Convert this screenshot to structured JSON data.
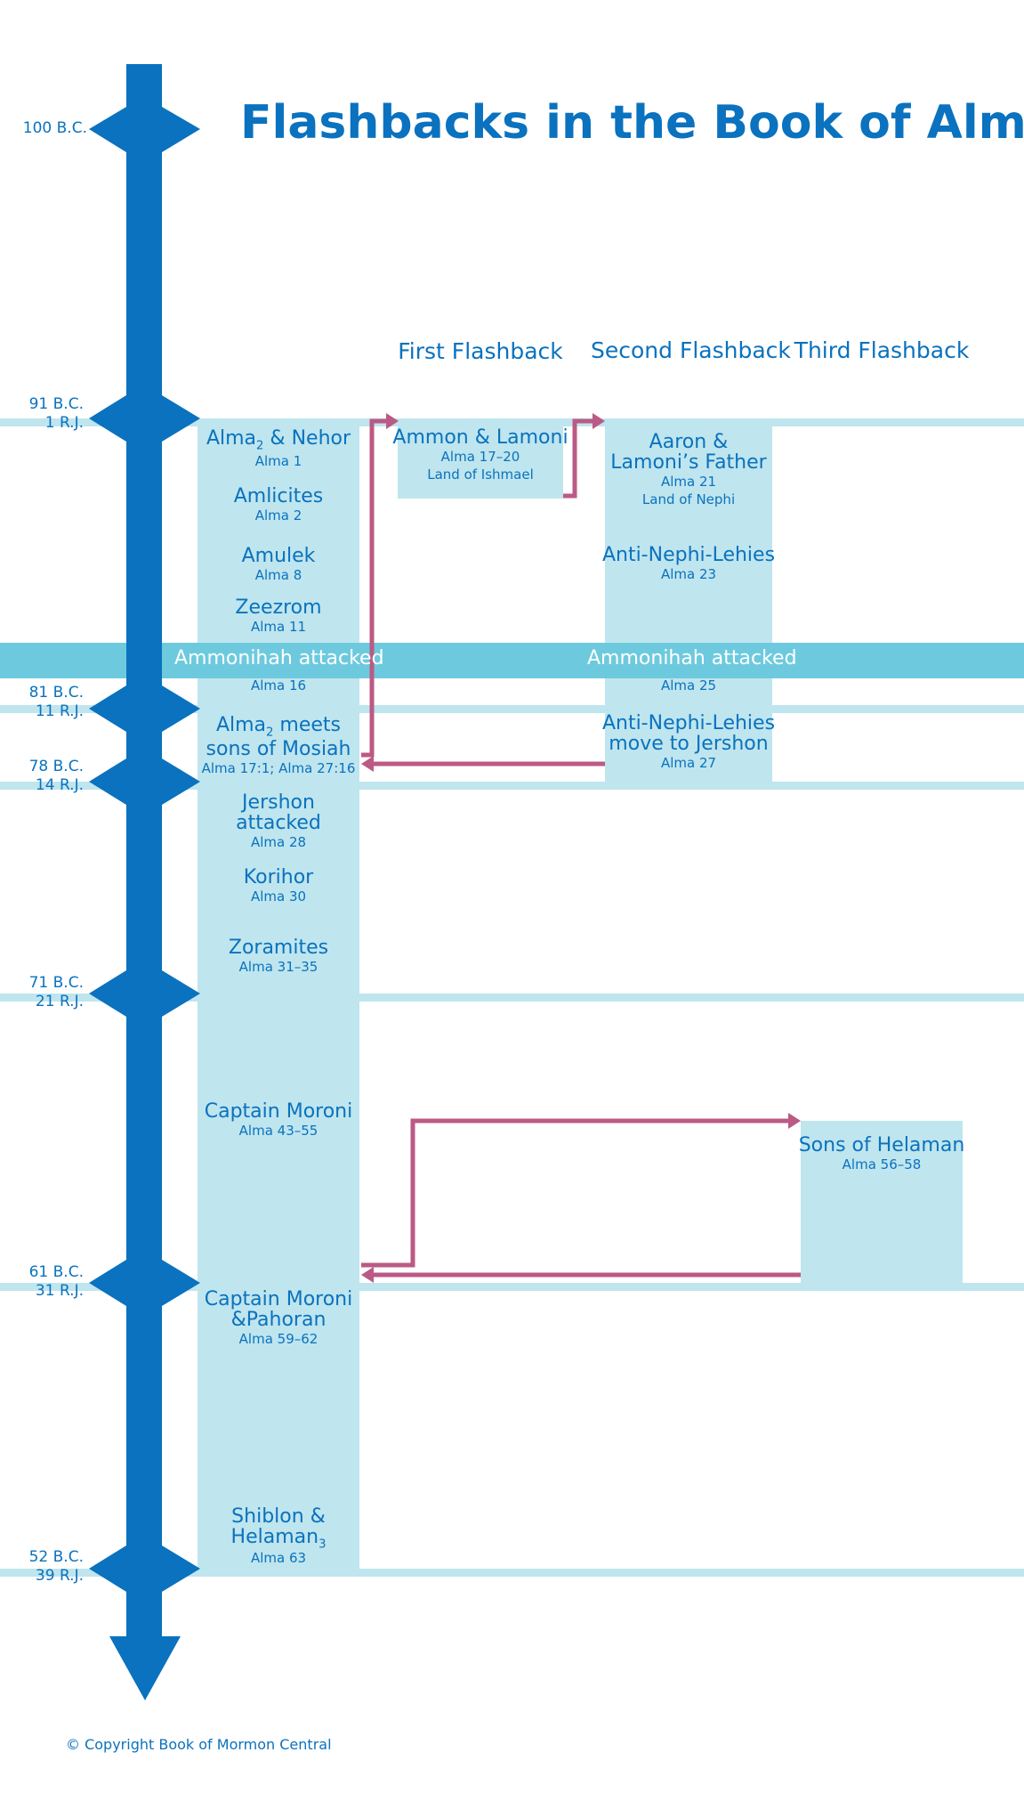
{
  "title": "Flashbacks in the Book of Alma",
  "columns": {
    "first": "First Flashback",
    "second": "Second Flashback",
    "third": "Third Flashback"
  },
  "timeline": {
    "d100": "100 B.C.",
    "d91_bc": "91 B.C.",
    "d91_rj": "1 R.J.",
    "d81_bc": "81 B.C.",
    "d81_rj": "11 R.J.",
    "d78_bc": "78 B.C.",
    "d78_rj": "14 R.J.",
    "d71_bc": "71 B.C.",
    "d71_rj": "21 R.J.",
    "d61_bc": "61 B.C.",
    "d61_rj": "31 R.J.",
    "d52_bc": "52 B.C.",
    "d52_rj": "39 R.J."
  },
  "main": {
    "alma_nehor_pre": "Alma",
    "alma_nehor_sub": "2",
    "alma_nehor_post": " & Nehor",
    "alma_nehor_ref": "Alma 1",
    "amlicites": "Amlicites",
    "amlicites_ref": "Alma 2",
    "amulek": "Amulek",
    "amulek_ref": "Alma 8",
    "zeezrom": "Zeezrom",
    "zeezrom_ref": "Alma 11",
    "alma16_ref": "Alma 16",
    "mosiah_pre": "Alma",
    "mosiah_sub": "2",
    "mosiah_post": " meets",
    "mosiah_line2": "sons of Mosiah",
    "mosiah_ref": "Alma 17:1; Alma 27:16",
    "jershon": "Jershon attacked",
    "jershon_ref": "Alma 28",
    "korihor": "Korihor",
    "korihor_ref": "Alma 30",
    "zoramites": "Zoramites",
    "zoramites_ref": "Alma 31–35",
    "moroni": "Captain Moroni",
    "moroni_ref": "Alma 43–55",
    "pahoran_line1": "Captain Moroni",
    "pahoran_line2": "&Pahoran",
    "pahoran_ref": "Alma 59–62",
    "shiblon_line1": "Shiblon &",
    "shiblon_line2": "Helaman",
    "shiblon_sub": "3",
    "shiblon_ref": "Alma 63"
  },
  "first": {
    "title": "Ammon & Lamoni",
    "ref": "Alma 17–20",
    "place": "Land of Ishmael"
  },
  "second": {
    "aaron_line1": "Aaron &",
    "aaron_line2": "Lamoni’s Father",
    "aaron_ref": "Alma 21",
    "aaron_place": "Land of Nephi",
    "anl": "Anti-Nephi-Lehies",
    "anl_ref": "Alma 23",
    "alma25_ref": "Alma 25",
    "move_line1": "Anti-Nephi-Lehies",
    "move_line2": "move to Jershon",
    "move_ref": "Alma 27"
  },
  "third": {
    "title": "Sons of Helaman",
    "ref": "Alma 56–58"
  },
  "band": {
    "left": "Ammonihah attacked",
    "right": "Ammonihah attacked"
  },
  "copyright": "© Copyright Book of Mormon Central",
  "colors": {
    "timeline": "#0a72be",
    "column": "#bfe5ee",
    "band": "#6dcade",
    "arrow": "#bb5a84"
  }
}
